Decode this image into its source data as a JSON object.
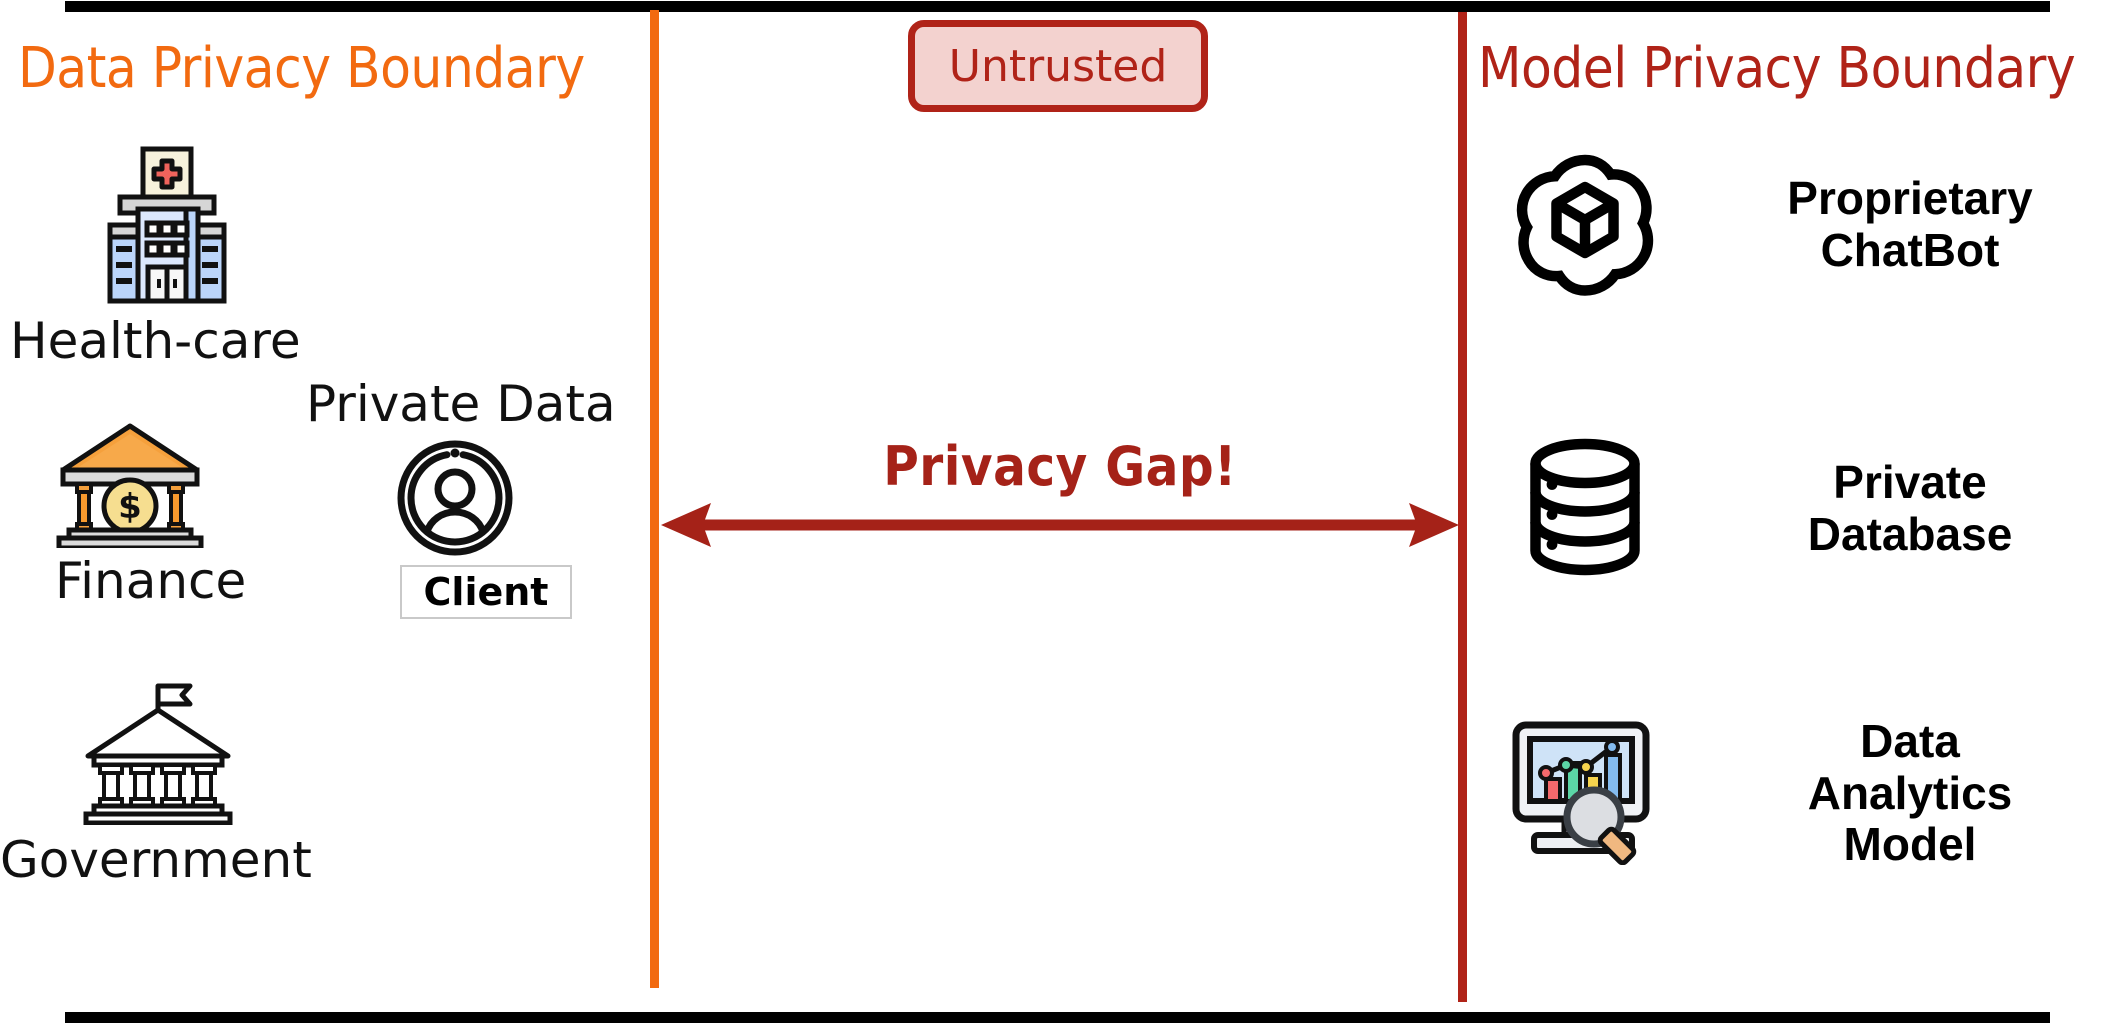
{
  "diagram": {
    "title_left": "Data Privacy Boundary",
    "title_right": "Model Privacy Boundary",
    "center_badge": "Untrusted",
    "gap_label": "Privacy Gap!",
    "colors": {
      "data_boundary": "#F26A10",
      "model_boundary": "#B02318",
      "badge_fill": "#F3D2CF",
      "badge_border": "#B02318",
      "arrow": "#A52218",
      "frame": "#000000"
    }
  },
  "left_column": {
    "items": [
      {
        "label": "Health-care",
        "icon": "hospital-icon"
      },
      {
        "label": "Finance",
        "icon": "bank-icon"
      },
      {
        "label": "Government",
        "icon": "government-building-icon"
      }
    ],
    "client": {
      "heading": "Private Data",
      "box_label": "Client",
      "icon": "user-avatar-circle-icon"
    }
  },
  "right_column": {
    "items": [
      {
        "label": "Proprietary\nChatBot",
        "line1": "Proprietary",
        "line2": "ChatBot",
        "icon": "openai-knot-icon"
      },
      {
        "label": "Private\nDatabase",
        "line1": "Private",
        "line2": "Database",
        "icon": "database-cylinder-icon"
      },
      {
        "label": "Data\nAnalytics\nModel",
        "line1": "Data",
        "line2": "Analytics",
        "line3": "Model",
        "icon": "analytics-monitor-icon"
      }
    ]
  }
}
